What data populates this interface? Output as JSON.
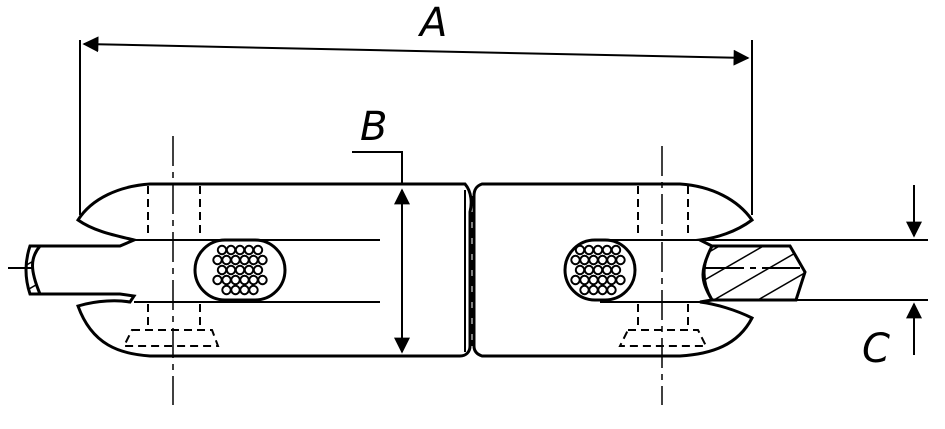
{
  "diagram": {
    "labels": {
      "overall_length": "A",
      "body_height": "B",
      "rope_diameter": "C"
    },
    "line_color": "#000000",
    "background": "#ffffff",
    "components": [
      "left-connector-half",
      "right-connector-half",
      "left-wire-rope",
      "right-wire-rope",
      "left-rope-cross-section",
      "right-rope-cross-section",
      "left-pin",
      "right-pin"
    ]
  }
}
